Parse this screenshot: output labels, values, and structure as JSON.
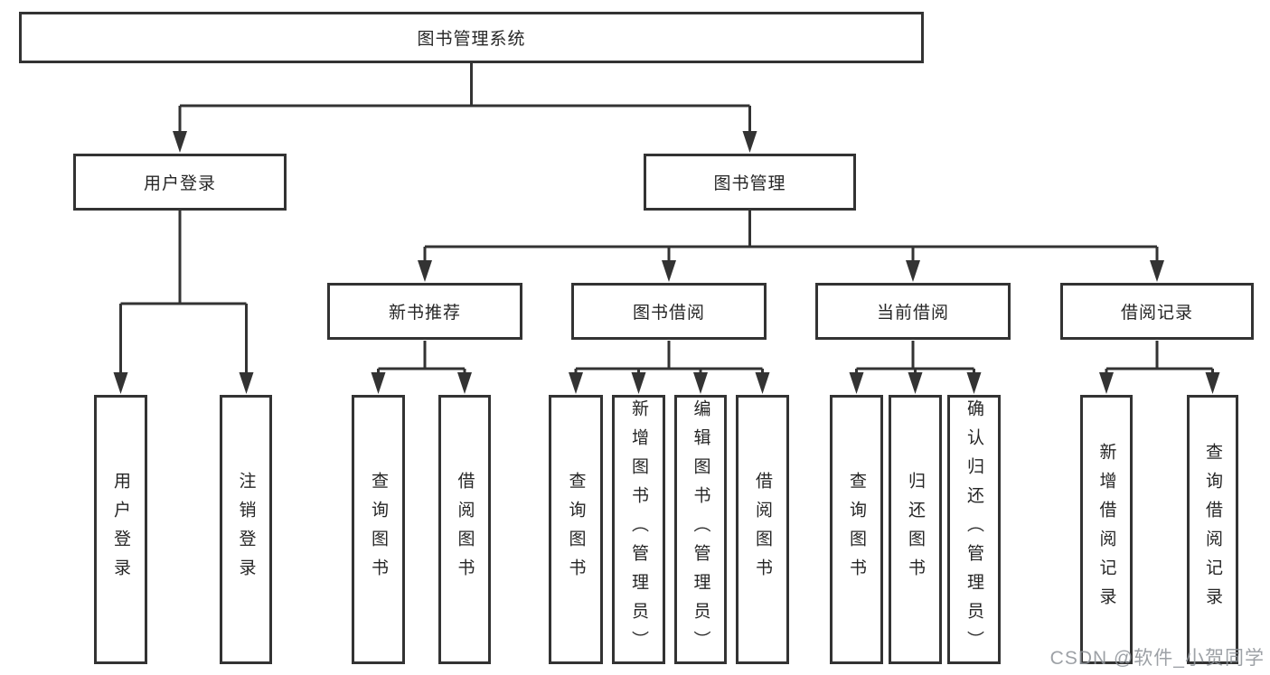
{
  "diagram_title": "图书管理系统",
  "tree": {
    "label": "图书管理系统",
    "children": [
      {
        "label": "用户登录",
        "children": [
          {
            "label": "用户登录"
          },
          {
            "label": "注销登录"
          }
        ]
      },
      {
        "label": "图书管理",
        "children": [
          {
            "label": "新书推荐",
            "children": [
              {
                "label": "查询图书"
              },
              {
                "label": "借阅图书"
              }
            ]
          },
          {
            "label": "图书借阅",
            "children": [
              {
                "label": "查询图书"
              },
              {
                "label": "新增图书（管理员）"
              },
              {
                "label": "编辑图书（管理员）"
              },
              {
                "label": "借阅图书"
              }
            ]
          },
          {
            "label": "当前借阅",
            "children": [
              {
                "label": "查询图书"
              },
              {
                "label": "归还图书"
              },
              {
                "label": "确认归还（管理员）"
              }
            ]
          },
          {
            "label": "借阅记录",
            "children": [
              {
                "label": "新增借阅记录"
              },
              {
                "label": "查询借阅记录"
              }
            ]
          }
        ]
      }
    ]
  },
  "watermark": {
    "text": "CSDN @软件_小贺同学"
  },
  "colors": {
    "line": "#333333",
    "box_border": "#333333",
    "box_background": "#ffffff",
    "text": "#262626",
    "watermark": "#8f949a"
  }
}
